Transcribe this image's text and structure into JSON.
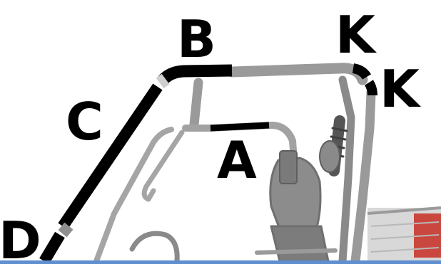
{
  "diagram": {
    "labels": {
      "a": "A",
      "b": "B",
      "c": "C",
      "d": "D",
      "k_upper": "K",
      "k_lower": "K"
    },
    "colors": {
      "background": "#ffffff",
      "frame_gray": "#9a9a9a",
      "frame_dark_gray": "#6f6f6f",
      "highlight_black": "#000000",
      "cargo_red": "#c9473f",
      "bottom_edge_blue": "#5f8fd0"
    }
  }
}
